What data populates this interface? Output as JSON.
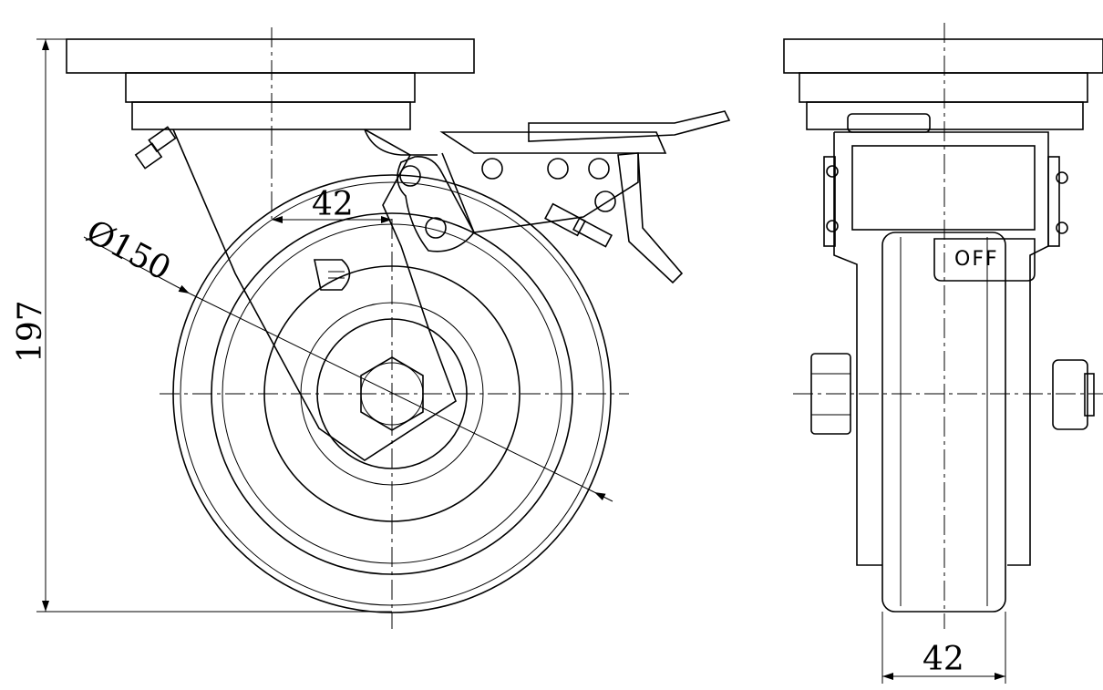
{
  "drawing": {
    "side_view": {
      "offset_dimension": "42",
      "wheel_diameter_dimension": "Ø150",
      "overall_height_dimension": "197",
      "logo_letter": "D"
    },
    "front_view": {
      "brake_label": "OFF",
      "wheel_width_dimension": "42"
    }
  }
}
